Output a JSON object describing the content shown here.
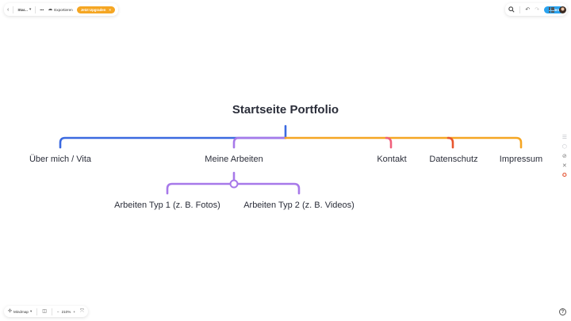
{
  "toolbar": {
    "back_icon": "chevron-left-icon",
    "doc_title": "Star...",
    "more_label": "•••",
    "export_label": "Exportieren",
    "upgrade_label": "Jetzt Upgraden",
    "upgrade_close": "×",
    "share_label": "Teilen"
  },
  "colors": {
    "blue": "#3b6ae0",
    "purple": "#a779e9",
    "orange": "#f5a623",
    "pink": "#f0607b",
    "red": "#e8562e",
    "share_blue": "#29a3ef"
  },
  "mindmap": {
    "root": "Startseite Portfolio",
    "branches": [
      "Über mich / Vita",
      "Meine Arbeiten",
      "Kontakt",
      "Datenschutz",
      "Impressum"
    ],
    "sub_branches": [
      "Arbeiten Typ 1 (z. B. Fotos)",
      "Arbeiten Typ 2 (z. B. Videos)"
    ]
  },
  "bottom": {
    "mode_label": "Mindmap",
    "zoom_out": "−",
    "zoom_level": "210%",
    "zoom_in": "+"
  },
  "help_label": "?"
}
